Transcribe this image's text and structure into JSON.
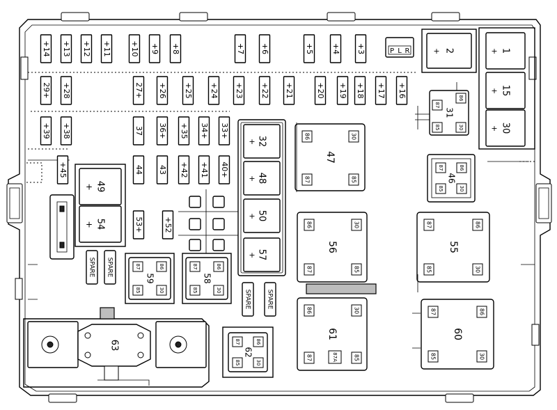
{
  "fuses": [
    {
      "label": "+14"
    },
    {
      "label": "+13"
    },
    {
      "label": "+12"
    },
    {
      "label": "+11"
    },
    {
      "label": "+10"
    },
    {
      "label": "+9"
    },
    {
      "label": "+8"
    },
    {
      "label": "+7"
    },
    {
      "label": "+6"
    },
    {
      "label": "+5"
    },
    {
      "label": "+4"
    },
    {
      "label": "+3"
    },
    {
      "label": "29+"
    },
    {
      "label": "+28"
    },
    {
      "label": "27+"
    },
    {
      "label": "+26"
    },
    {
      "label": "+25"
    },
    {
      "label": "+24"
    },
    {
      "label": "+23"
    },
    {
      "label": "+22"
    },
    {
      "label": "+21"
    },
    {
      "label": "+20"
    },
    {
      "label": "+19"
    },
    {
      "label": "+18"
    },
    {
      "label": "+17"
    },
    {
      "label": "+16"
    },
    {
      "label": "+39"
    },
    {
      "label": "+38"
    },
    {
      "label": "37"
    },
    {
      "label": "36+"
    },
    {
      "label": "+35"
    },
    {
      "label": "34+"
    },
    {
      "label": "33+"
    },
    {
      "label": "+45"
    },
    {
      "label": "44"
    },
    {
      "label": "43"
    },
    {
      "label": "+42"
    },
    {
      "label": "+41"
    },
    {
      "label": "40+"
    },
    {
      "label": "53+"
    },
    {
      "label": "+52"
    },
    {
      "label": "SPARE"
    },
    {
      "label": "SPARE"
    },
    {
      "label": "SPARE"
    },
    {
      "label": "SPARE"
    }
  ],
  "cartridges": [
    {
      "label": "2",
      "plus": "+"
    },
    {
      "label": "1",
      "plus": "+"
    },
    {
      "label": "15",
      "plus": "+"
    },
    {
      "label": "30",
      "plus": "+"
    },
    {
      "label": "49",
      "plus": "+"
    },
    {
      "label": "54",
      "plus": "+"
    },
    {
      "label": "32",
      "plus": "+"
    },
    {
      "label": "48",
      "plus": "+"
    },
    {
      "label": "50",
      "plus": "+"
    },
    {
      "label": "57",
      "plus": "+"
    }
  ],
  "relays": [
    {
      "label": "47",
      "pins": [
        "86",
        "30",
        "87",
        "85"
      ]
    },
    {
      "label": "56",
      "pins": [
        "86",
        "30",
        "87",
        "85"
      ]
    },
    {
      "label": "55",
      "pins": [
        "87",
        "86",
        "85",
        "30"
      ]
    },
    {
      "label": "61",
      "pins": [
        "86",
        "30",
        "87",
        "87A",
        "85"
      ]
    },
    {
      "label": "60",
      "pins": [
        "87",
        "86",
        "85",
        "30"
      ]
    }
  ],
  "mini_relays": [
    {
      "label": "31",
      "pins": [
        "86",
        "87",
        "85",
        "30"
      ]
    },
    {
      "label": "46",
      "pins": [
        "87",
        "86",
        "85",
        "30"
      ]
    },
    {
      "label": "59",
      "pins": [
        "87",
        "86",
        "85",
        "30"
      ]
    },
    {
      "label": "58",
      "pins": [
        "87",
        "86",
        "85",
        "30"
      ]
    },
    {
      "label": "62",
      "pins": [
        "87",
        "86",
        "85",
        "30"
      ]
    }
  ],
  "plr_block": {
    "letters": [
      "P",
      "L",
      "R"
    ]
  },
  "mega_fuse": {
    "label": "63"
  }
}
